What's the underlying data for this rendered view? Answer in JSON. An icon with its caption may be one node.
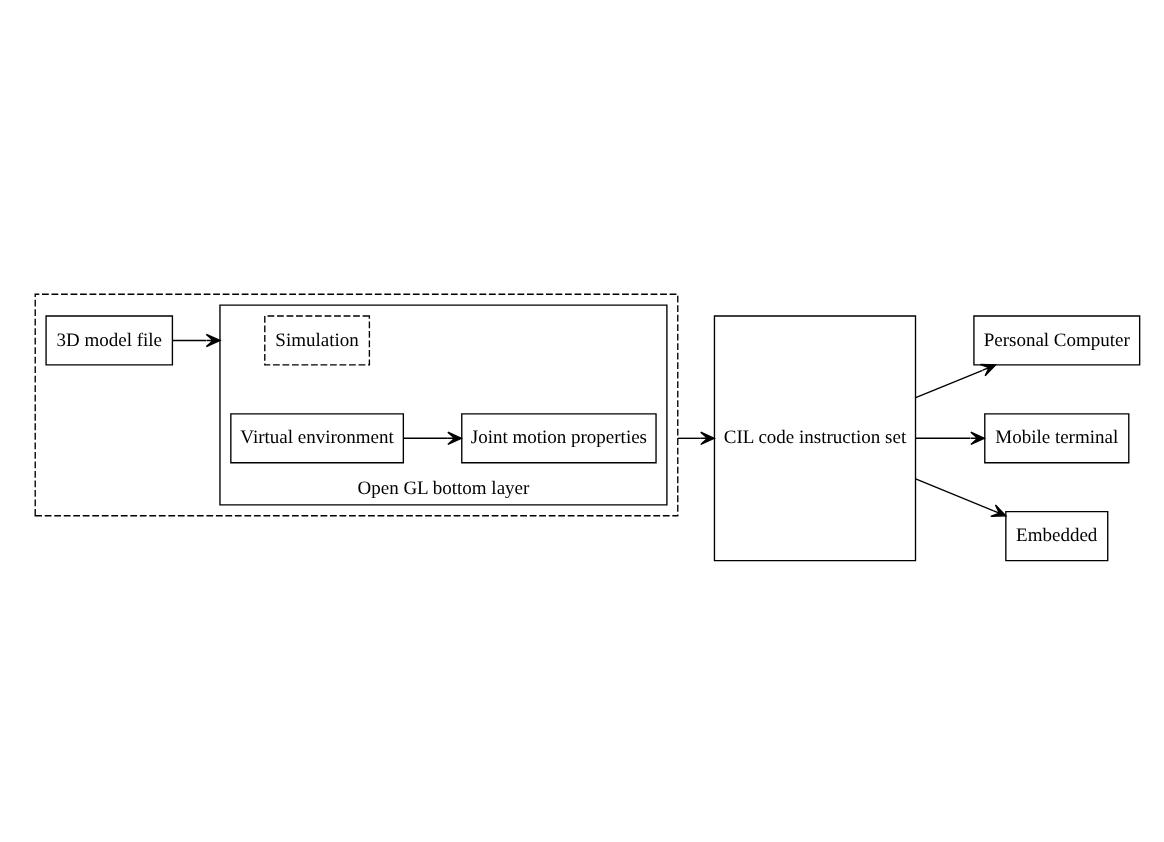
{
  "diagram": {
    "nodes": [
      {
        "text": [],
        "shape": "box"
      },
      {
        "text": [
          "Open GL bottom layer"
        ],
        "in": 0
      },
      {
        "text": [
          "Simulation"
        ],
        "in": 1
      },
      {
        "text": [
          "Joint motion properties"
        ],
        "in": 1
      },
      {
        "text": [
          "Virtual environment"
        ],
        "in": 1
      },
      {
        "text": [
          "3D model file"
        ],
        "in": 0
      },
      {
        "text": [
          "CIL code instruction set"
        ]
      },
      {
        "text": [
          "Personal Computer"
        ]
      },
      {
        "text": [
          "Mobile terminal"
        ]
      },
      {
        "text": [
          "Embedded"
        ]
      }
    ],
    "edges": [
      {
        "from": 4,
        "to": 3,
        "arrow": "to"
      },
      {
        "from": 5,
        "to": 1,
        "arrow": "to"
      },
      {
        "from": 0,
        "to": 6,
        "arrow": "to"
      },
      {
        "from": 6,
        "to": 7,
        "arrow": "to"
      },
      {
        "from": 6,
        "to": 8,
        "arrow": "to"
      },
      {
        "from": 6,
        "to": 9,
        "arrow": "to"
      }
    ]
  }
}
